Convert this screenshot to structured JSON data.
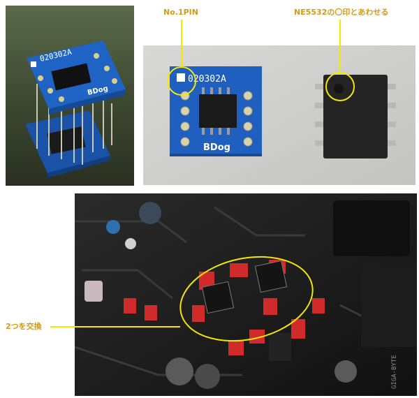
{
  "captions": {
    "pin1": "No.1PIN",
    "ne5532": "NE5532の〇印とあわせる",
    "swap": "2つを交換"
  },
  "board": {
    "part_number": "020302A",
    "brand": "BDog"
  },
  "colors": {
    "caption": "#d49a1a",
    "callout": "#f4e800",
    "pcb": "#1f63c4",
    "motherboard": "#1e1e1e"
  }
}
